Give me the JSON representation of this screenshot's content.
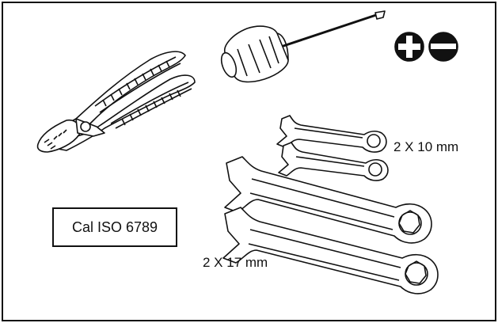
{
  "labels": {
    "standard": "Cal ISO 6789",
    "small_wrenches": "2 X 10 mm",
    "large_wrenches": "2 X 17 mm"
  },
  "icons": [
    "pliers-icon",
    "screwdriver-icon",
    "phillips-head-icon",
    "flat-head-icon",
    "wrench-icon"
  ],
  "colors": {
    "line": "#111111",
    "background": "#ffffff"
  }
}
